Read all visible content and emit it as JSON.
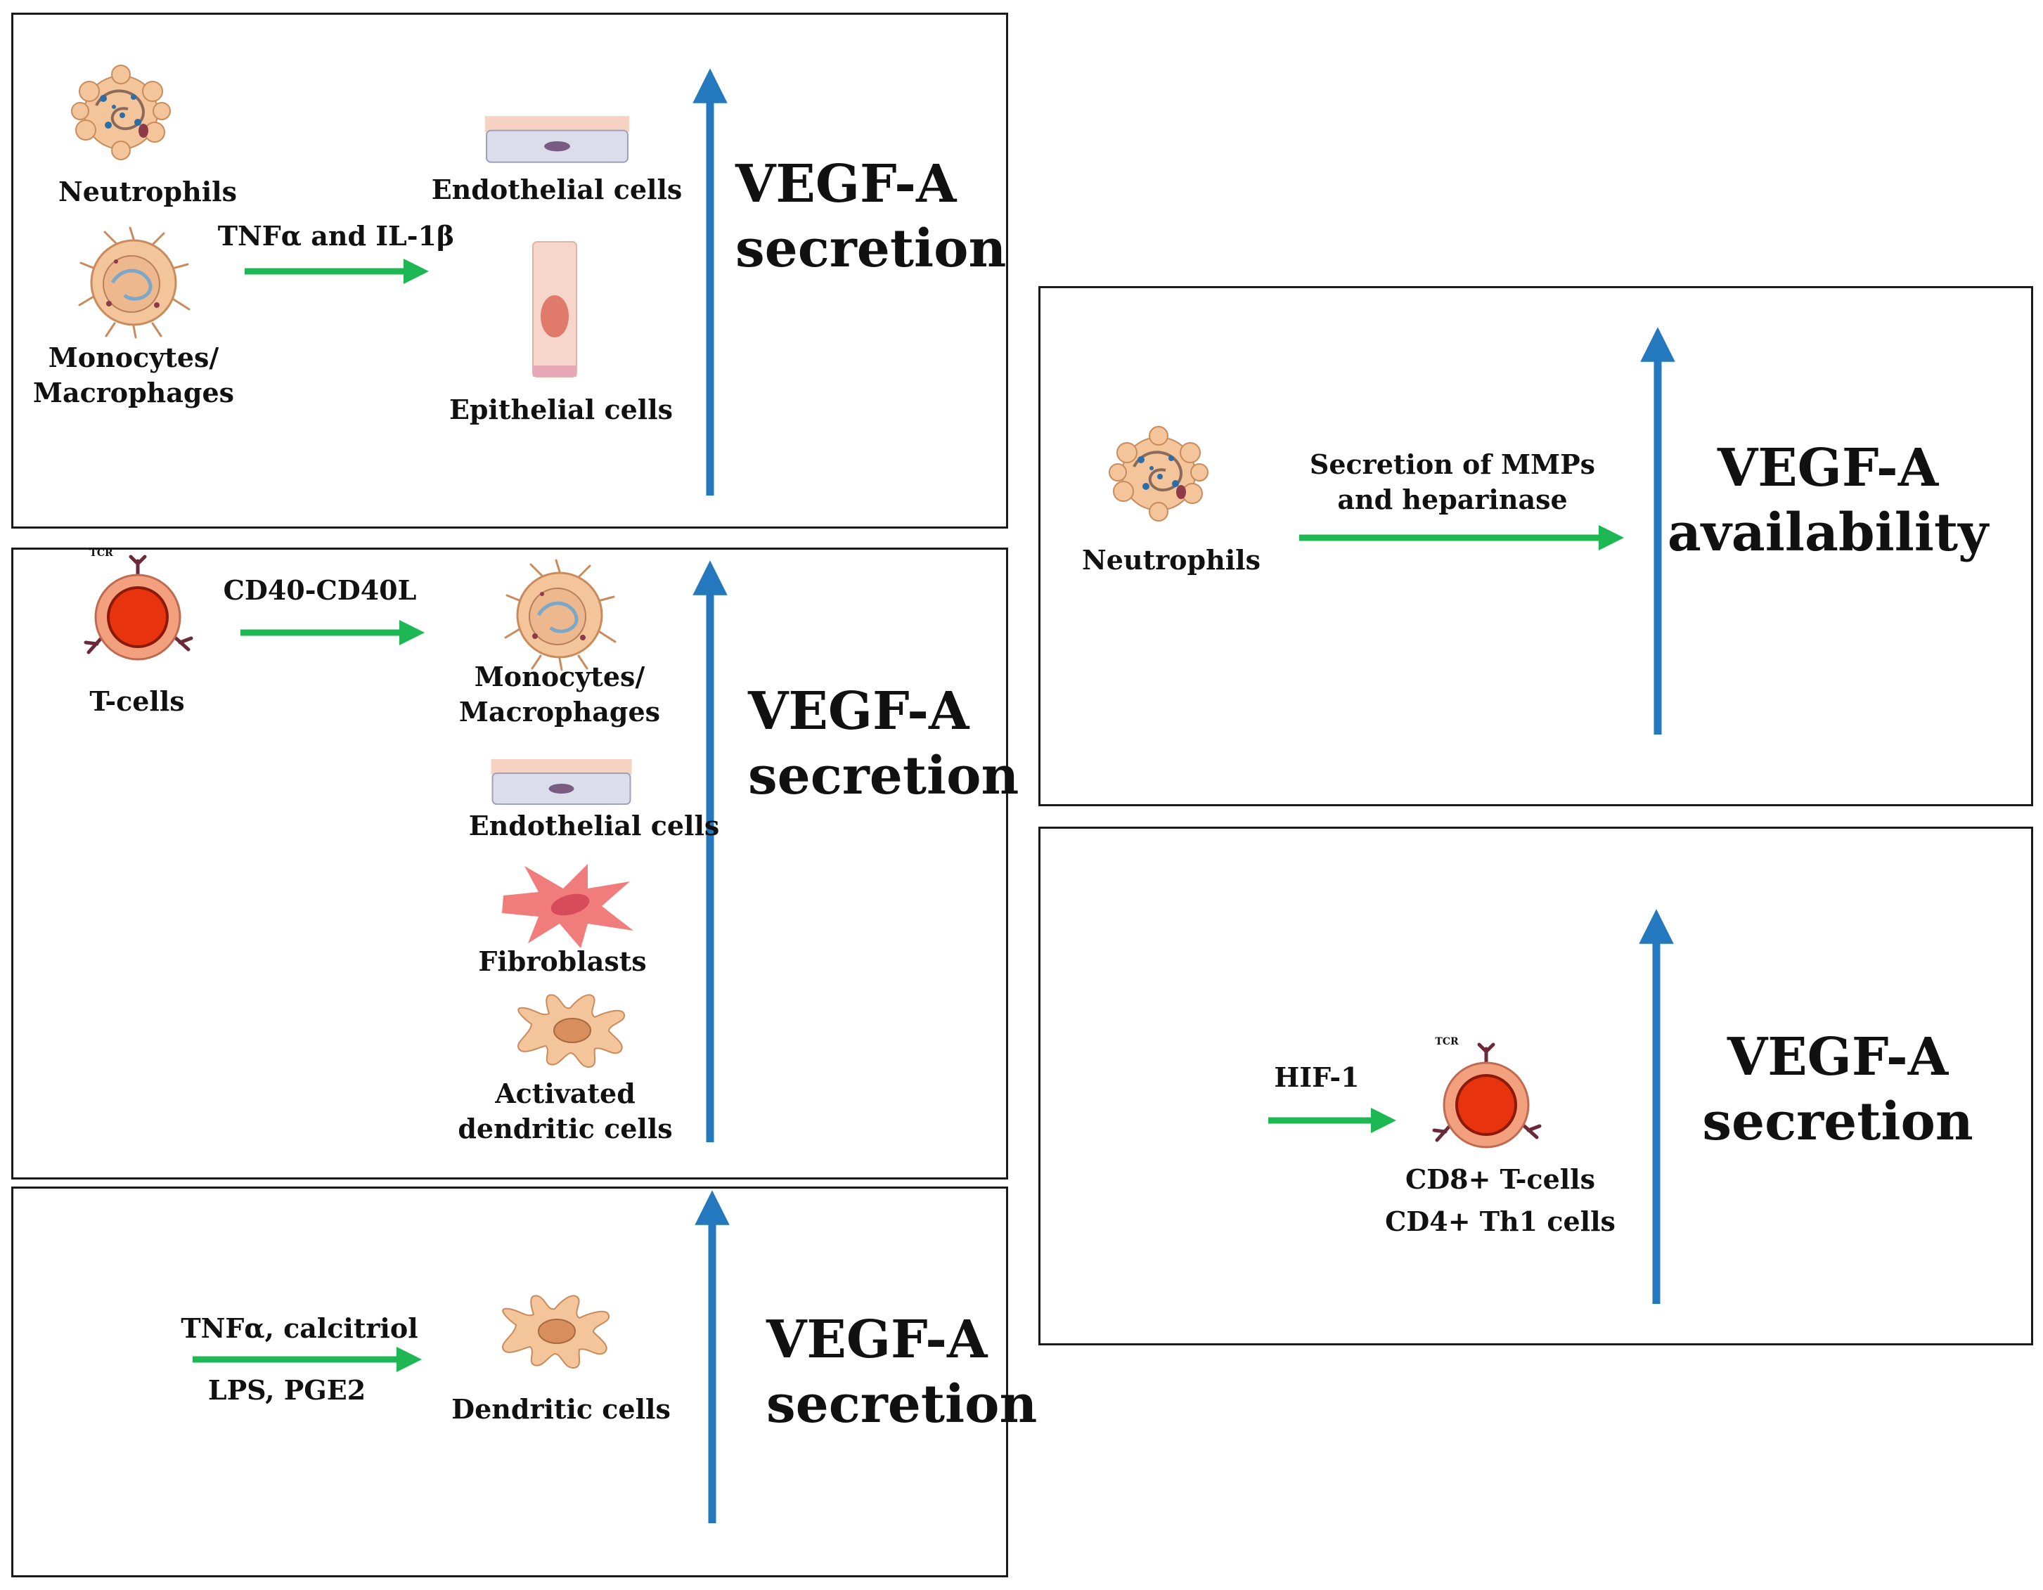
{
  "colors": {
    "up_arrow": "#2479BE",
    "green_arrow": "#1DB854",
    "cell_body": "#F4C49A",
    "cell_nucleus": "#E07A5A",
    "tcell_body": "#F2A07E",
    "tcell_nucleus": "#E8340E",
    "fibroblast": "#F17C7C",
    "endothelial_bg": "#F6D2C2",
    "epithelial": "#F6D6CA",
    "border": "#1a1a1a"
  },
  "panel1": {
    "neutrophils": "Neutrophils",
    "monocytes": "Monocytes/\nMacrophages",
    "signal": "TNFα and IL-1β",
    "endothelial": "Endothelial cells",
    "epithelial": "Epithelial cells",
    "result": "VEGF-A\nsecretion"
  },
  "panel2": {
    "tcr": "TCR",
    "tcells": "T-cells",
    "signal": "CD40-CD40L",
    "monocytes": "Monocytes/\nMacrophages",
    "endothelial": "Endothelial cells",
    "fibroblasts": "Fibroblasts",
    "dendritic": "Activated\ndendritic cells",
    "result": "VEGF-A\nsecretion"
  },
  "panel3": {
    "signal_top": "TNFα, calcitriol",
    "signal_bottom": "LPS, PGE2",
    "dendritic": "Dendritic cells",
    "result": "VEGF-A\nsecretion"
  },
  "panel4": {
    "neutrophils": "Neutrophils",
    "signal": "Secretion of MMPs\nand heparinase",
    "result": "VEGF-A\navailability"
  },
  "panel5": {
    "signal": "HIF-1",
    "tcr": "TCR",
    "cells": "CD8+ T-cells\nCD4+ Th1 cells",
    "result": "VEGF-A\nsecretion"
  }
}
